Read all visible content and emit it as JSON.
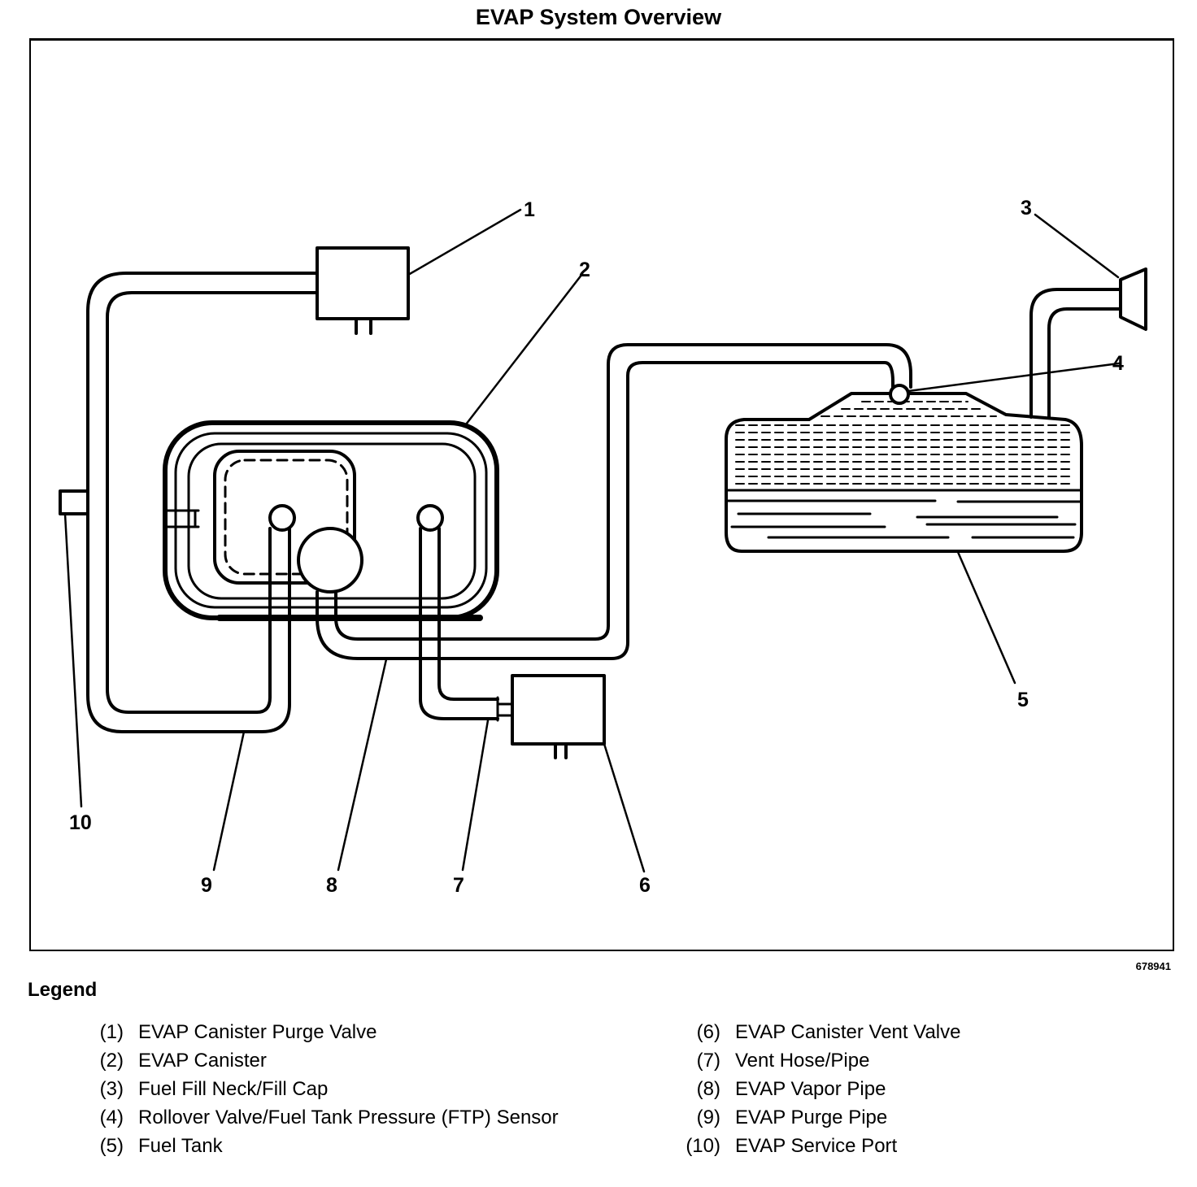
{
  "title": "EVAP System Overview",
  "figure_id": "678941",
  "callouts": [
    {
      "id": "1",
      "label": "1"
    },
    {
      "id": "2",
      "label": "2"
    },
    {
      "id": "3",
      "label": "3"
    },
    {
      "id": "4",
      "label": "4"
    },
    {
      "id": "5",
      "label": "5"
    },
    {
      "id": "6",
      "label": "6"
    },
    {
      "id": "7",
      "label": "7"
    },
    {
      "id": "8",
      "label": "8"
    },
    {
      "id": "9",
      "label": "9"
    },
    {
      "id": "10",
      "label": "10"
    }
  ],
  "legend": {
    "title": "Legend",
    "left": [
      {
        "num": "(1)",
        "text": "EVAP Canister Purge Valve"
      },
      {
        "num": "(2)",
        "text": "EVAP Canister"
      },
      {
        "num": "(3)",
        "text": "Fuel Fill Neck/Fill Cap"
      },
      {
        "num": "(4)",
        "text": "Rollover Valve/Fuel Tank Pressure (FTP) Sensor"
      },
      {
        "num": "(5)",
        "text": "Fuel Tank"
      }
    ],
    "right": [
      {
        "num": "(6)",
        "text": "EVAP Canister Vent Valve"
      },
      {
        "num": "(7)",
        "text": "Vent Hose/Pipe"
      },
      {
        "num": "(8)",
        "text": "EVAP Vapor Pipe"
      },
      {
        "num": "(9)",
        "text": "EVAP Purge Pipe"
      },
      {
        "num": "(10)",
        "text": "EVAP Service Port"
      }
    ]
  }
}
